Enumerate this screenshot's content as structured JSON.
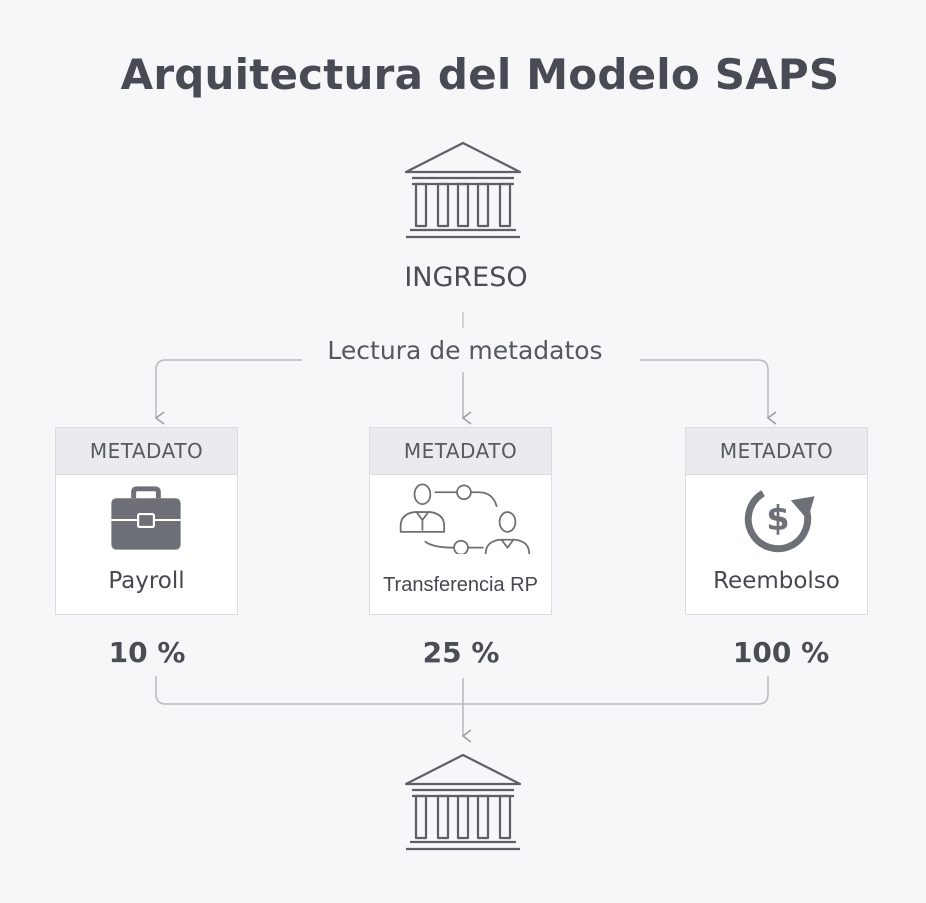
{
  "title": "Arquitectura del Modelo SAPS",
  "top_node": {
    "icon": "bank-icon",
    "label": "INGRESO"
  },
  "split_label": "Lectura de metadatos",
  "cards": [
    {
      "header": "METADATO",
      "icon": "briefcase-icon",
      "label": "Payroll",
      "percent": "10 %"
    },
    {
      "header": "METADATO",
      "icon": "people-transfer-icon",
      "label": "Transferencia RP",
      "percent": "25 %"
    },
    {
      "header": "METADATO",
      "icon": "dollar-refund-icon",
      "label": "Reembolso",
      "percent": "100 %"
    }
  ],
  "bottom_node": {
    "icon": "bank-icon"
  },
  "colors": {
    "background": "#f7f6f8",
    "line": "#b9bac0",
    "icon": "#6e7078",
    "card_header": "#ebeaee"
  }
}
